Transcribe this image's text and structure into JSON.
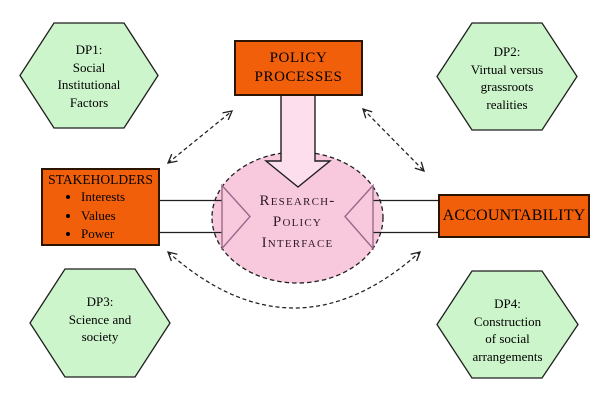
{
  "diagram": {
    "center": {
      "label": "Research-\nPolicy\nInterface"
    },
    "boxes": {
      "policy_processes": {
        "label": "POLICY\nPROCESSES"
      },
      "stakeholders": {
        "title": "STAKEHOLDERS",
        "items": [
          "Interests",
          "Values",
          "Power"
        ]
      },
      "accountability": {
        "label": "ACCOUNTABILITY"
      }
    },
    "hexagons": [
      {
        "id": "DP1",
        "label": "DP1:\nSocial\nInstitutional\nFactors"
      },
      {
        "id": "DP2",
        "label": "DP2:\nVirtual versus\ngrassroots\nrealities"
      },
      {
        "id": "DP3",
        "label": "DP3:\nScience and\nsociety"
      },
      {
        "id": "DP4",
        "label": "DP4:\nConstruction\nof social\narrangements"
      }
    ],
    "colors": {
      "box_orange": "#F25F0A",
      "box_border": "#2B1500",
      "hex_green": "#CDF5CB",
      "line_color": "#1F1F1F",
      "ellipse_pink": "#F8C8DC",
      "arrow_light_pink": "#FCDEEC",
      "arrow_outline": "#996A8B",
      "text_dark": "#2E1A29"
    }
  }
}
